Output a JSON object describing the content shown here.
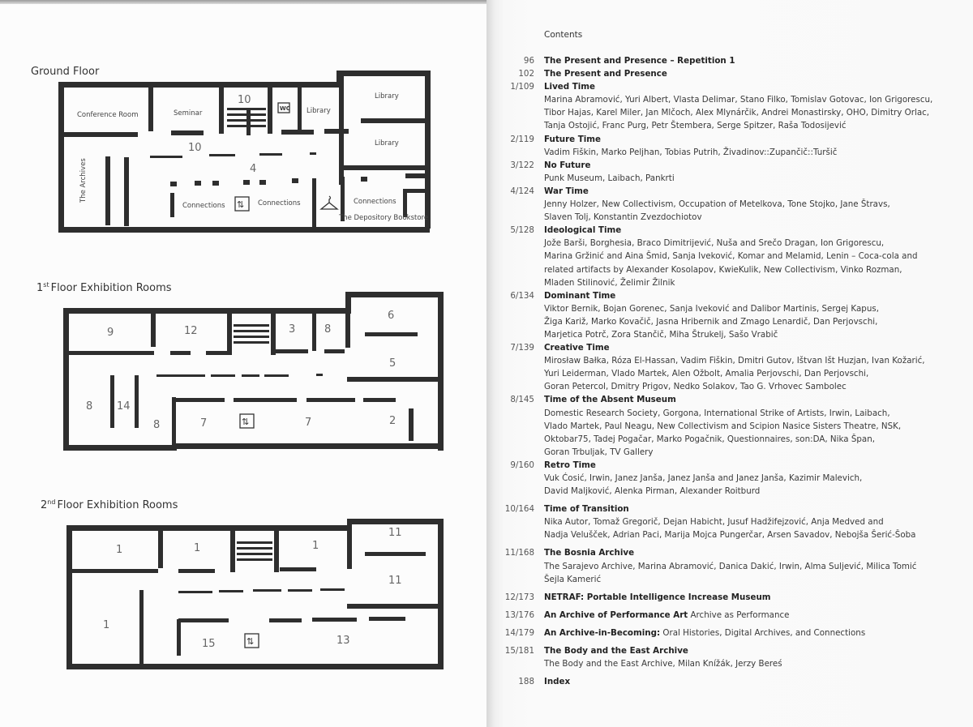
{
  "floor_plans": {
    "ground": {
      "title": "Ground Floor",
      "rooms": {
        "conference": "Conference Room",
        "seminar": "Seminar",
        "stairs_num": "10",
        "wc": "WC",
        "library_small": "Library",
        "library_top": "Library",
        "library_bottom": "Library",
        "hall_10": "10",
        "hall_4": "4",
        "archives": "The Archives",
        "connections_1": "Connections",
        "connections_2": "Connections",
        "connections_3": "Connections",
        "bookstore": "The Depository Bookstore"
      }
    },
    "first": {
      "title_prefix": "1",
      "title_sup": "st",
      "title": "Floor Exhibition Rooms",
      "rooms": [
        "9",
        "12",
        "3",
        "8",
        "6",
        "5",
        "8",
        "14",
        "8",
        "7",
        "7",
        "2"
      ]
    },
    "second": {
      "title_prefix": "2",
      "title_sup": "nd",
      "title": "Floor Exhibition Rooms",
      "rooms": [
        "1",
        "1",
        "1",
        "11",
        "11",
        "1",
        "15",
        "13"
      ]
    }
  },
  "contents": {
    "heading": "Contents",
    "entries": [
      {
        "page": "96",
        "title": "The Present and Presence – Repetition 1"
      },
      {
        "page": "102",
        "title": "The Present and Presence"
      },
      {
        "page": "1/109",
        "title": "Lived Time",
        "lines": [
          "Marina Abramović, Yuri Albert, Vlasta Delimar, Stano Filko, Tomislav Gotovac, Ion Grigorescu,",
          "Tibor Hajas, Karel Miler, Jan Mlčoch, Alex Mlynárčik, Andrei Monastirsky, OHO, Dimitry Orlac,",
          "Tanja Ostojić, Franc Purg, Petr Štembera, Serge Spitzer, Raša Todosijević"
        ]
      },
      {
        "page": "2/119",
        "title": "Future Time",
        "lines": [
          "Vadim Fiškin, Marko Peljhan, Tobias Putrih, Živadinov::Zupančič::Turšič"
        ]
      },
      {
        "page": "3/122",
        "title": "No Future",
        "lines": [
          "Punk Museum, Laibach, Pankrti"
        ]
      },
      {
        "page": "4/124",
        "title": "War Time",
        "lines": [
          "Jenny Holzer, New Collectivism, Occupation of Metelkova, Tone Stojko, Jane Štravs,",
          "Slaven Tolj, Konstantin Zvezdochiotov"
        ]
      },
      {
        "page": "5/128",
        "title": "Ideological Time",
        "lines": [
          "Jože Barši, Borghesia, Braco Dimitrijević, Nuša and Srečo Dragan, Ion Grigorescu,",
          "Marina Gržinić and Aina Šmid, Sanja Iveković, Komar and Melamid, Lenin – Coca-cola and",
          "related artifacts by Alexander Kosolapov, KwieKulik, New Collectivism, Vinko Rozman,",
          "Mladen Stilinović, Želimir Žilnik"
        ]
      },
      {
        "page": "6/134",
        "title": "Dominant Time",
        "lines": [
          "Viktor Bernik, Bojan Gorenec, Sanja Iveković and Dalibor Martinis, Sergej Kapus,",
          "Žiga Kariž, Marko Kovačič, Jasna Hribernik and Zmago Lenardič, Dan Perjovschi,",
          "Marjetica Potrč, Zora Stančič, Miha Štrukelj, Sašo Vrabič"
        ]
      },
      {
        "page": "7/139",
        "title": "Creative Time",
        "lines": [
          "Mirosław Bałka, Róza El-Hassan, Vadim Fiškin, Dmitri Gutov, Ištvan Išt Huzjan, Ivan Kožarić,",
          "Yuri Leiderman, Vlado Martek, Alen Ožbolt, Amalia Perjovschi, Dan Perjovschi,",
          "Goran Petercol, Dmitry Prigov, Nedko Solakov, Tao G. Vrhovec Sambolec"
        ]
      },
      {
        "page": "8/145",
        "title": "Time of the Absent Museum",
        "lines": [
          "Domestic Research Society, Gorgona, International Strike of Artists, Irwin, Laibach,",
          "Vlado Martek, Paul Neagu, New Collectivism and Scipion Nasice Sisters Theatre, NSK,",
          "Oktobar75, Tadej Pogačar, Marko Pogačnik, Questionnaires, son:DA, Nika Špan,",
          "Goran Trbuljak, TV Gallery"
        ]
      },
      {
        "page": "9/160",
        "title": "Retro Time",
        "lines": [
          "Vuk Ćosić, Irwin, Janez Janša, Janez Janša and Janez Janša, Kazimir Malevich,",
          "David Maljković, Alenka Pirman, Alexander Roitburd"
        ]
      },
      {
        "page": "10/164",
        "title": "Time of Transition",
        "lines": [
          "Nika Autor, Tomaž Gregorič, Dejan Habicht, Jusuf Hadžifejzović, Anja Medved and",
          "Nadja Veluščеk, Adrian Paci, Marija Mojca Pungerčar, Arsen Savadov, Nebojša Šerić-Šoba"
        ]
      },
      {
        "page": "11/168",
        "title": "The Bosnia Archive",
        "lines": [
          "The Sarajevo Archive, Marina Abramović, Danica Dakić, Irwin, Alma Suljević, Milica Tomić",
          "Šejla Kamerić"
        ]
      },
      {
        "page": "12/173",
        "title": "NETRAF: Portable Intelligence Increase Museum"
      },
      {
        "page": "13/176",
        "title": "An Archive of Performance Art",
        "subtitle": "Archive as Performance"
      },
      {
        "page": "14/179",
        "title": "An Archive-in-Becoming:",
        "subtitle": "Oral Histories, Digital Archives, and Connections"
      },
      {
        "page": "15/181",
        "title": "The Body and the East Archive",
        "lines": [
          "The Body and the East Archive, Milan Knížák, Jerzy Bereś"
        ]
      },
      {
        "page": "188",
        "title": "Index"
      }
    ]
  }
}
